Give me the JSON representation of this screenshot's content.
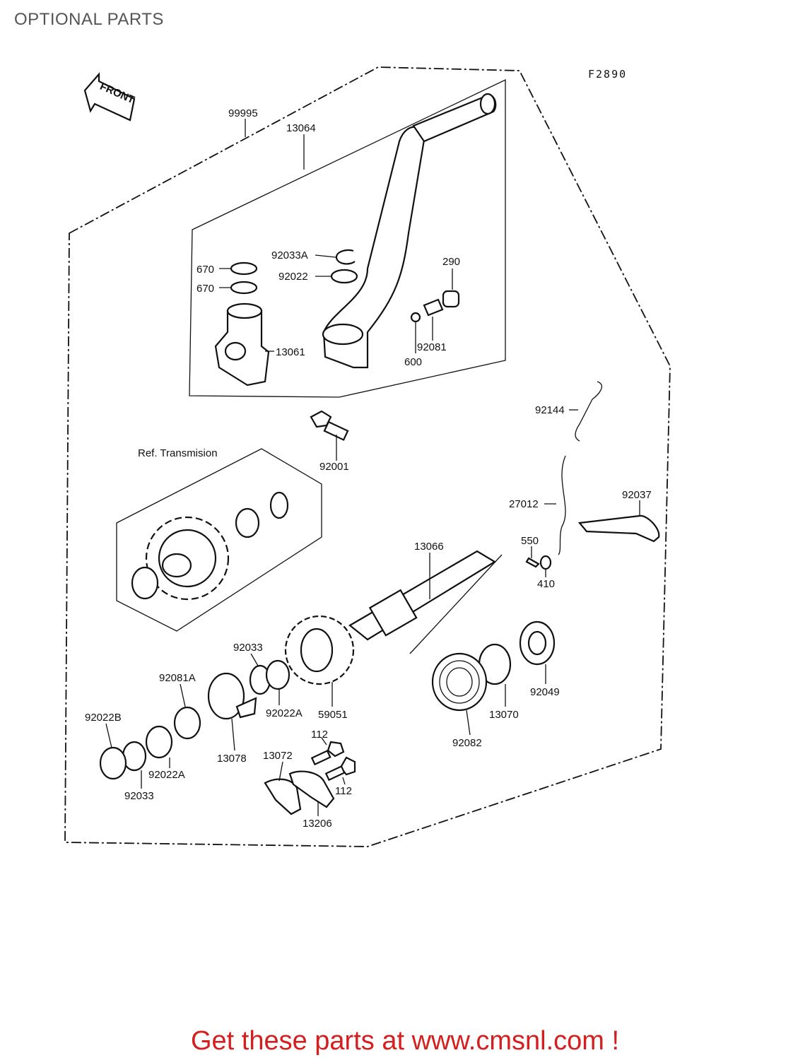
{
  "page": {
    "title": "OPTIONAL PARTS",
    "figure_code": "F2890",
    "footer": "Get these parts at www.cmsnl.com !"
  },
  "diagram": {
    "front_arrow": "FRONT",
    "ref_label": "Ref. Transmision",
    "callouts": [
      {
        "id": "c01",
        "text": "99995"
      },
      {
        "id": "c02",
        "text": "13064"
      },
      {
        "id": "c03",
        "text": "92033A"
      },
      {
        "id": "c04",
        "text": "92022"
      },
      {
        "id": "c05",
        "text": "670"
      },
      {
        "id": "c06",
        "text": "670"
      },
      {
        "id": "c07",
        "text": "13061"
      },
      {
        "id": "c08",
        "text": "290"
      },
      {
        "id": "c09",
        "text": "92081"
      },
      {
        "id": "c10",
        "text": "600"
      },
      {
        "id": "c11",
        "text": "92144"
      },
      {
        "id": "c12",
        "text": "92001"
      },
      {
        "id": "c13",
        "text": "92037"
      },
      {
        "id": "c14",
        "text": "27012"
      },
      {
        "id": "c15",
        "text": "550"
      },
      {
        "id": "c16",
        "text": "410"
      },
      {
        "id": "c17",
        "text": "13066"
      },
      {
        "id": "c18",
        "text": "92033"
      },
      {
        "id": "c19",
        "text": "92081A"
      },
      {
        "id": "c20",
        "text": "92022A"
      },
      {
        "id": "c21",
        "text": "59051"
      },
      {
        "id": "c22",
        "text": "92049"
      },
      {
        "id": "c23",
        "text": "13070"
      },
      {
        "id": "c24",
        "text": "92082"
      },
      {
        "id": "c25",
        "text": "92022B"
      },
      {
        "id": "c26",
        "text": "13078"
      },
      {
        "id": "c27",
        "text": "112"
      },
      {
        "id": "c28",
        "text": "13072"
      },
      {
        "id": "c29",
        "text": "112"
      },
      {
        "id": "c30",
        "text": "92022A"
      },
      {
        "id": "c31",
        "text": "92033"
      },
      {
        "id": "c32",
        "text": "13206"
      }
    ]
  }
}
